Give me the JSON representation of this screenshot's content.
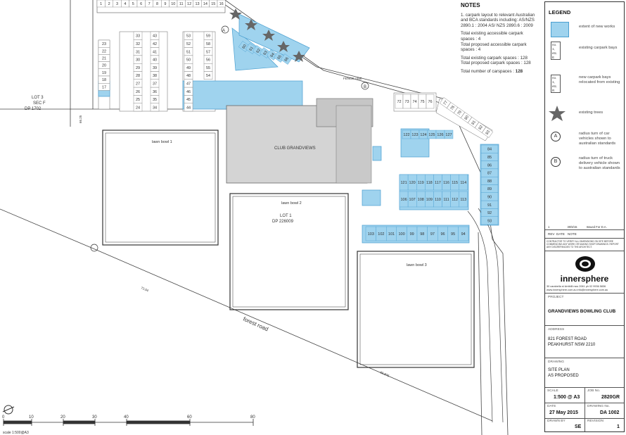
{
  "notes": {
    "heading": "NOTES",
    "n1": "1. carpark layout to relevant Australian and BCA standards including: AS/NZS 2890.1 : 2004 AS/ NZS 2890.6 : 2009",
    "n2a": "Total existing accessible carpark spaces : 4",
    "n2b": "Total proposed accessible carpark spaces : 4",
    "n3a": "Total existing carpark spaces : 128",
    "n3b": "Total proposed carpark spaces : 128",
    "n4_label": "Total number of carspaces :",
    "n4_value": "128"
  },
  "legend": {
    "title": "LEGEND",
    "new_works": "extent of new works",
    "bay_symbol": "no. 1, etc. E",
    "existing_bays": "existing carpark bays",
    "reloc_symbol": "no. 1, etc. R",
    "relocated_bays": "new carpark bays relocated from existing",
    "trees": "existing trees",
    "a": "A",
    "a_text": "radius turn of car vehicles shown to australian standards",
    "b": "B",
    "b_text": "radius turn of truck delivery vehicle shown to australian standards",
    "fill_color": "#9fd3ee",
    "stroke_color": "#4a9fd0"
  },
  "revisions": {
    "rev": "1",
    "date": "30/6/15",
    "note": "Issued For D.A.",
    "h_rev": "REV",
    "h_date": "DATE",
    "h_note": "NOTE"
  },
  "disclaimer": "CONTRACTOR TO VERIFY ALL DIMENSIONS ON SITE BEFORE COMMENCING ANY WORK OR MAKING SHOP DRAWINGS. REPORT ANY DISCREPANCIES TO THE ARCHITECT.",
  "firm": {
    "name": "innersphere",
    "address": "30 carabella st  kirribilli  nsw  2061    ph 02 9936 5836",
    "email": "www.innersphere.com.au    info@innersphere.com.au"
  },
  "project": {
    "label": "PROJECT",
    "value": "GRANDVIEWS BOWLING CLUB"
  },
  "address": {
    "label": "ADDRESS",
    "line1": "821 FOREST ROAD",
    "line2": "PEAKHURST NSW 2210"
  },
  "drawing": {
    "label": "DRAWING",
    "line1": "SITE PLAN",
    "line2": "AS PROPOSED"
  },
  "scale": {
    "label": "SCALE",
    "value": "1:500 @ A3"
  },
  "job": {
    "label": "JOB No.",
    "value": "2820GR"
  },
  "date": {
    "label": "DATE",
    "value": "27 May 2015"
  },
  "drawing_no": {
    "label": "DRAWING No.",
    "value": "DA 1002"
  },
  "drawn_by": {
    "label": "DRAWN BY",
    "value": "SE"
  },
  "revision": {
    "label": "REVISION",
    "value": "1"
  },
  "site": {
    "lot3": "LOT 3",
    "secf": "SEC F",
    "dp1702": "DP 1702",
    "lot1": "LOT 1",
    "dp226009": "DP 226009",
    "club": "CLUB GRANDVIEWS",
    "bowl1": "lawn bowl 1",
    "bowl2": "lawn bowl 2",
    "bowl3": "lawn bowl 3",
    "forest_road": "forest road",
    "fence_line": "FENCE LINE",
    "dim1": "66.25",
    "dim2": "73.04",
    "dim3": "68.875"
  },
  "scalebar": {
    "ticks": [
      "0",
      "10",
      "20",
      "30",
      "40",
      "60",
      "80"
    ],
    "caption": "scale 1:500@A3"
  },
  "bays": {
    "top_row": [
      "1",
      "2",
      "3",
      "4",
      "5",
      "6",
      "7",
      "8",
      "9",
      "10",
      "11",
      "12",
      "13",
      "14",
      "15",
      "16"
    ],
    "col_a": [
      "17",
      "18",
      "19",
      "20",
      "21",
      "22",
      "23"
    ],
    "col_b": [
      "24",
      "25",
      "26",
      "27",
      "28",
      "29",
      "30",
      "31",
      "32",
      "33"
    ],
    "col_c": [
      "34",
      "35",
      "36",
      "37",
      "38",
      "39",
      "40",
      "41",
      "42",
      "43"
    ],
    "col_d": [
      "44",
      "45",
      "46",
      "47",
      "48",
      "49",
      "50",
      "51",
      "52",
      "53"
    ],
    "col_e": [
      "54",
      "55",
      "56",
      "57",
      "58",
      "59"
    ],
    "slant": [
      "60",
      "61",
      "62",
      "63",
      "64",
      "65",
      "66"
    ],
    "right_row": [
      "72",
      "73",
      "74",
      "75",
      "76"
    ],
    "diag": [
      "77",
      "78",
      "79",
      "80",
      "81",
      "82",
      "83"
    ],
    "east_col": [
      "84",
      "85",
      "86",
      "87",
      "88",
      "89",
      "90",
      "91",
      "92",
      "93"
    ],
    "south_row": [
      "94",
      "95",
      "96",
      "97",
      "98",
      "99",
      "100",
      "101",
      "102",
      "103"
    ],
    "mid_top": [
      "114",
      "115",
      "116",
      "117",
      "118",
      "119",
      "120",
      "121"
    ],
    "mid_bot": [
      "106",
      "107",
      "108",
      "109",
      "110",
      "111",
      "112",
      "113"
    ],
    "block": [
      "122",
      "123",
      "124",
      "125",
      "126",
      "127"
    ]
  }
}
